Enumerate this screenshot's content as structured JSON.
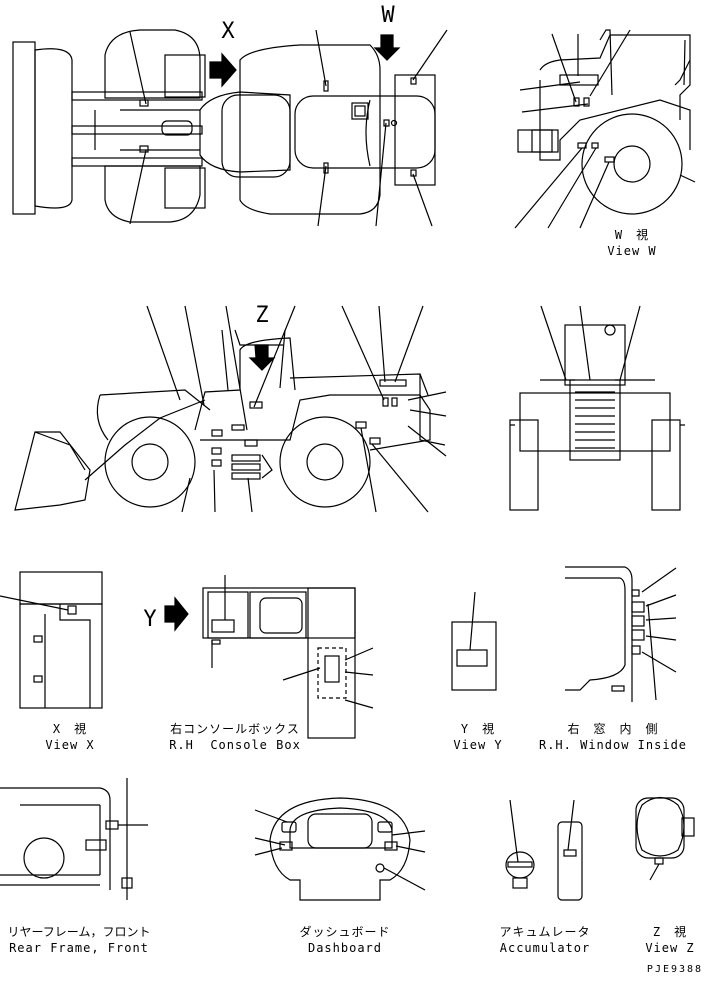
{
  "letters": {
    "x": "X",
    "w": "W",
    "z": "Z",
    "y": "Y"
  },
  "views": {
    "view_w_jp": "W　視",
    "view_w": "View W",
    "view_x_jp": "X　視",
    "view_x": "View X",
    "console_jp": "右コンソールボックス",
    "console": "R.H  Console Box",
    "view_y_jp": "Y　視",
    "view_y": "View Y",
    "window_jp": "右　窓　内　側",
    "window": "R.H. Window Inside",
    "rear_frame_jp": "リヤーフレーム，フロント",
    "rear_frame": "Rear Frame, Front",
    "dashboard_jp": "ダッシュボード",
    "dashboard": "Dashboard",
    "accumulator_jp": "アキュムレータ",
    "accumulator": "Accumulator",
    "view_z_jp": "Z　視",
    "view_z": "View Z"
  },
  "drawing_code": "PJE9388"
}
